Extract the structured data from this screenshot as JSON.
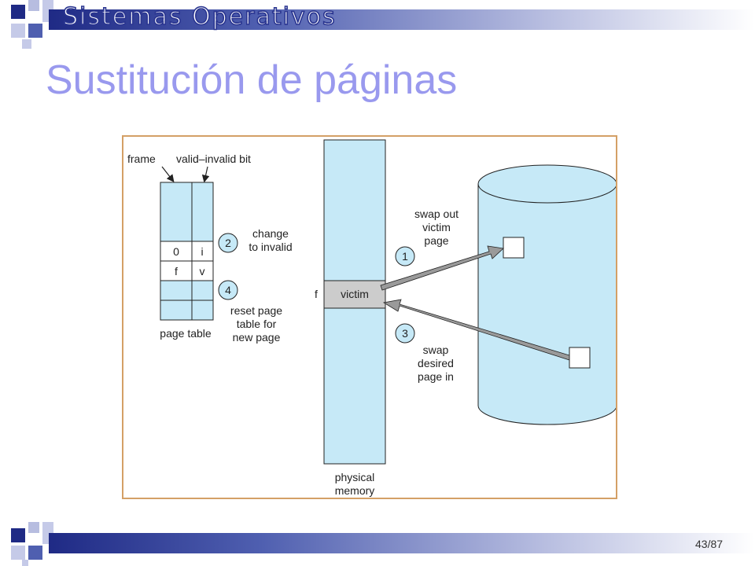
{
  "header": {
    "course_title": "Sistemas Operativos"
  },
  "slide": {
    "title": "Sustitución de páginas",
    "page_number": "43/87"
  },
  "diagram": {
    "labels": {
      "frame": "frame",
      "valid_invalid_bit": "valid–invalid bit",
      "page_table": "page table",
      "physical_memory_1": "physical",
      "physical_memory_2": "memory",
      "victim": "victim",
      "frame_f": "f"
    },
    "page_table_rows": [
      {
        "frame": "0",
        "bit": "i"
      },
      {
        "frame": "f",
        "bit": "v"
      }
    ],
    "steps": [
      {
        "number": "1",
        "lines": [
          "swap out",
          "victim",
          "page"
        ]
      },
      {
        "number": "2",
        "lines": [
          "change",
          "to invalid"
        ]
      },
      {
        "number": "3",
        "lines": [
          "swap",
          "desired",
          "page in"
        ]
      },
      {
        "number": "4",
        "lines": [
          "reset page",
          "table for",
          "new page"
        ]
      }
    ],
    "colors": {
      "fill": "#c6e9f7",
      "stroke": "#222222",
      "victim_fill": "#cccccc",
      "frame_border": "#d4a066"
    }
  }
}
